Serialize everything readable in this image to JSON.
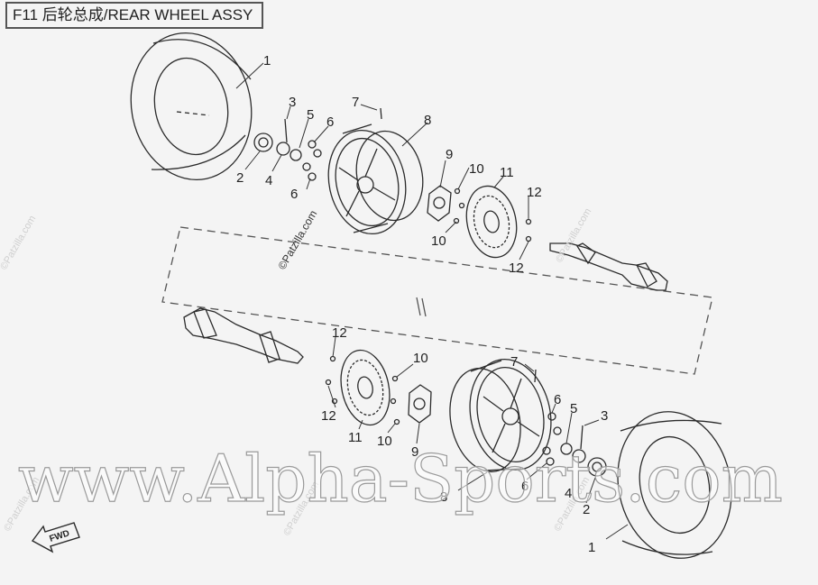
{
  "header": {
    "title": "F11 后轮总成/REAR WHEEL ASSY"
  },
  "watermarks": {
    "patzilla": "©Patzilla.com",
    "site": "www.Alpha-Sports.com"
  },
  "fwd_label": "FWD",
  "callouts": {
    "top": {
      "c1": "1",
      "c2": "2",
      "c3": "3",
      "c4": "4",
      "c5": "5",
      "c6a": "6",
      "c6b": "6",
      "c7": "7",
      "c8": "8",
      "c9": "9",
      "c10a": "10",
      "c10b": "10",
      "c11": "11",
      "c12a": "12",
      "c12b": "12"
    },
    "bottom": {
      "c1": "1",
      "c2": "2",
      "c3": "3",
      "c4": "4",
      "c5": "5",
      "c6a": "6",
      "c6b": "6",
      "c7": "7",
      "c8": "8",
      "c9": "9",
      "c10a": "10",
      "c10b": "10",
      "c11": "11",
      "c12a": "12",
      "c12b": "12"
    }
  },
  "colors": {
    "line": "#2b2b2b",
    "background": "#f4f4f4",
    "watermark": "#cfcfcf"
  }
}
